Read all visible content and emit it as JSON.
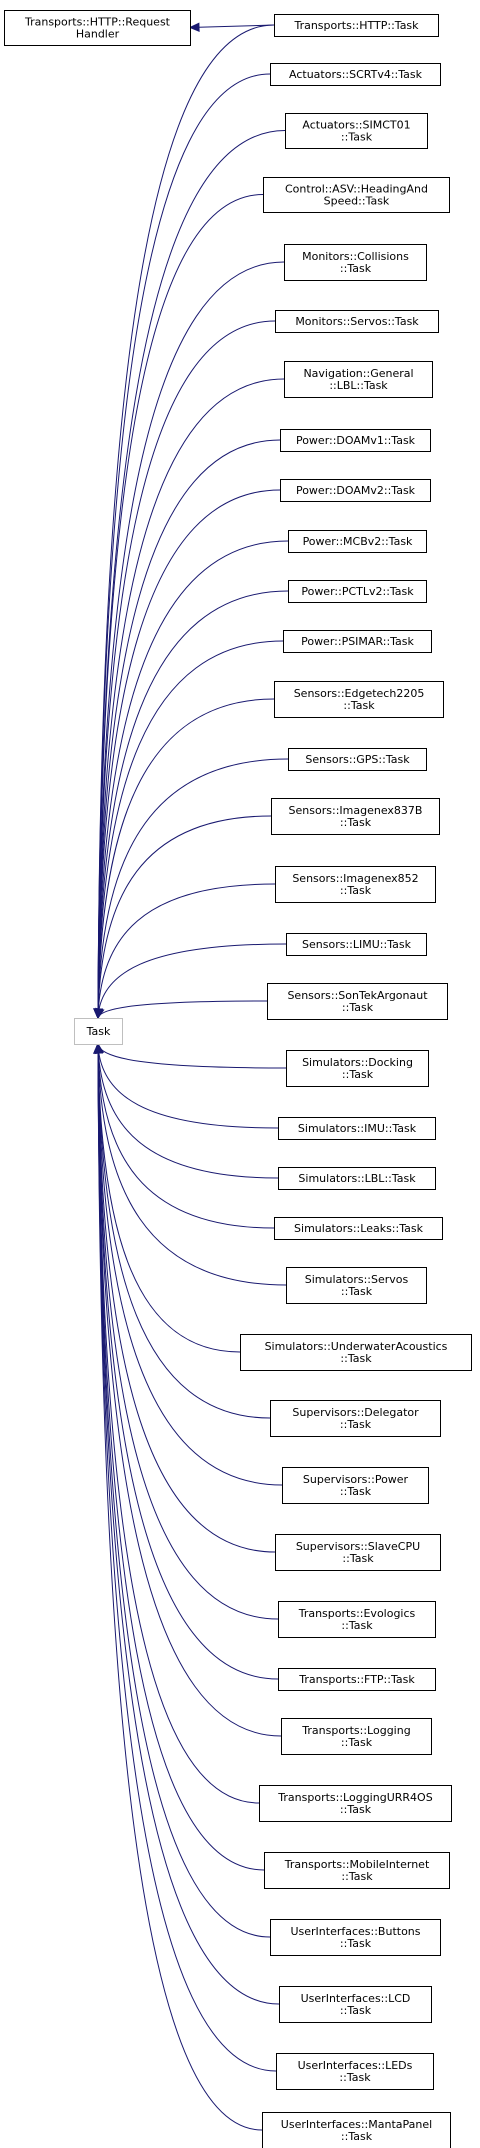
{
  "diagram": {
    "type": "inheritance-graph",
    "edge_color": "#191970",
    "root": {
      "id": "task",
      "lines": [
        "Task"
      ]
    },
    "nodes": [
      {
        "id": "transports-http-request-handler",
        "lines": [
          "Transports::HTTP::Request",
          "Handler"
        ]
      },
      {
        "id": "transports-http-task",
        "lines": [
          "Transports::HTTP::Task"
        ]
      },
      {
        "id": "actuators-scrtv4-task",
        "lines": [
          "Actuators::SCRTv4::Task"
        ]
      },
      {
        "id": "actuators-simct01-task",
        "lines": [
          "Actuators::SIMCT01",
          "::Task"
        ]
      },
      {
        "id": "control-asv-headingandspeed-task",
        "lines": [
          "Control::ASV::HeadingAnd",
          "Speed::Task"
        ]
      },
      {
        "id": "monitors-collisions-task",
        "lines": [
          "Monitors::Collisions",
          "::Task"
        ]
      },
      {
        "id": "monitors-servos-task",
        "lines": [
          "Monitors::Servos::Task"
        ]
      },
      {
        "id": "navigation-general-lbl-task",
        "lines": [
          "Navigation::General",
          "::LBL::Task"
        ]
      },
      {
        "id": "power-doamv1-task",
        "lines": [
          "Power::DOAMv1::Task"
        ]
      },
      {
        "id": "power-doamv2-task",
        "lines": [
          "Power::DOAMv2::Task"
        ]
      },
      {
        "id": "power-mcbv2-task",
        "lines": [
          "Power::MCBv2::Task"
        ]
      },
      {
        "id": "power-pctlv2-task",
        "lines": [
          "Power::PCTLv2::Task"
        ]
      },
      {
        "id": "power-psimar-task",
        "lines": [
          "Power::PSIMAR::Task"
        ]
      },
      {
        "id": "sensors-edgetech2205-task",
        "lines": [
          "Sensors::Edgetech2205",
          "::Task"
        ]
      },
      {
        "id": "sensors-gps-task",
        "lines": [
          "Sensors::GPS::Task"
        ]
      },
      {
        "id": "sensors-imagenex837b-task",
        "lines": [
          "Sensors::Imagenex837B",
          "::Task"
        ]
      },
      {
        "id": "sensors-imagenex852-task",
        "lines": [
          "Sensors::Imagenex852",
          "::Task"
        ]
      },
      {
        "id": "sensors-limu-task",
        "lines": [
          "Sensors::LIMU::Task"
        ]
      },
      {
        "id": "sensors-sontekargonaut-task",
        "lines": [
          "Sensors::SonTekArgonaut",
          "::Task"
        ]
      },
      {
        "id": "simulators-docking-task",
        "lines": [
          "Simulators::Docking",
          "::Task"
        ]
      },
      {
        "id": "simulators-imu-task",
        "lines": [
          "Simulators::IMU::Task"
        ]
      },
      {
        "id": "simulators-lbl-task",
        "lines": [
          "Simulators::LBL::Task"
        ]
      },
      {
        "id": "simulators-leaks-task",
        "lines": [
          "Simulators::Leaks::Task"
        ]
      },
      {
        "id": "simulators-servos-task",
        "lines": [
          "Simulators::Servos",
          "::Task"
        ]
      },
      {
        "id": "simulators-underwateracoustics-task",
        "lines": [
          "Simulators::UnderwaterAcoustics",
          "::Task"
        ]
      },
      {
        "id": "supervisors-delegator-task",
        "lines": [
          "Supervisors::Delegator",
          "::Task"
        ]
      },
      {
        "id": "supervisors-power-task",
        "lines": [
          "Supervisors::Power",
          "::Task"
        ]
      },
      {
        "id": "supervisors-slavecpu-task",
        "lines": [
          "Supervisors::SlaveCPU",
          "::Task"
        ]
      },
      {
        "id": "transports-evologics-task",
        "lines": [
          "Transports::Evologics",
          "::Task"
        ]
      },
      {
        "id": "transports-ftp-task",
        "lines": [
          "Transports::FTP::Task"
        ]
      },
      {
        "id": "transports-logging-task",
        "lines": [
          "Transports::Logging",
          "::Task"
        ]
      },
      {
        "id": "transports-loggingurr4os-task",
        "lines": [
          "Transports::LoggingURR4OS",
          "::Task"
        ]
      },
      {
        "id": "transports-mobileinternet-task",
        "lines": [
          "Transports::MobileInternet",
          "::Task"
        ]
      },
      {
        "id": "userinterfaces-buttons-task",
        "lines": [
          "UserInterfaces::Buttons",
          "::Task"
        ]
      },
      {
        "id": "userinterfaces-lcd-task",
        "lines": [
          "UserInterfaces::LCD",
          "::Task"
        ]
      },
      {
        "id": "userinterfaces-leds-task",
        "lines": [
          "UserInterfaces::LEDs",
          "::Task"
        ]
      },
      {
        "id": "userinterfaces-mantapanel-task",
        "lines": [
          "UserInterfaces::MantaPanel",
          "::Task"
        ]
      }
    ],
    "edges": [
      {
        "from": "transports-http-task",
        "to": "transports-http-request-handler"
      },
      {
        "from": "transports-http-task",
        "to": "task"
      },
      {
        "from": "actuators-scrtv4-task",
        "to": "task"
      },
      {
        "from": "actuators-simct01-task",
        "to": "task"
      },
      {
        "from": "control-asv-headingandspeed-task",
        "to": "task"
      },
      {
        "from": "monitors-collisions-task",
        "to": "task"
      },
      {
        "from": "monitors-servos-task",
        "to": "task"
      },
      {
        "from": "navigation-general-lbl-task",
        "to": "task"
      },
      {
        "from": "power-doamv1-task",
        "to": "task"
      },
      {
        "from": "power-doamv2-task",
        "to": "task"
      },
      {
        "from": "power-mcbv2-task",
        "to": "task"
      },
      {
        "from": "power-pctlv2-task",
        "to": "task"
      },
      {
        "from": "power-psimar-task",
        "to": "task"
      },
      {
        "from": "sensors-edgetech2205-task",
        "to": "task"
      },
      {
        "from": "sensors-gps-task",
        "to": "task"
      },
      {
        "from": "sensors-imagenex837b-task",
        "to": "task"
      },
      {
        "from": "sensors-imagenex852-task",
        "to": "task"
      },
      {
        "from": "sensors-limu-task",
        "to": "task"
      },
      {
        "from": "sensors-sontekargonaut-task",
        "to": "task"
      },
      {
        "from": "simulators-docking-task",
        "to": "task"
      },
      {
        "from": "simulators-imu-task",
        "to": "task"
      },
      {
        "from": "simulators-lbl-task",
        "to": "task"
      },
      {
        "from": "simulators-leaks-task",
        "to": "task"
      },
      {
        "from": "simulators-servos-task",
        "to": "task"
      },
      {
        "from": "simulators-underwateracoustics-task",
        "to": "task"
      },
      {
        "from": "supervisors-delegator-task",
        "to": "task"
      },
      {
        "from": "supervisors-power-task",
        "to": "task"
      },
      {
        "from": "supervisors-slavecpu-task",
        "to": "task"
      },
      {
        "from": "transports-evologics-task",
        "to": "task"
      },
      {
        "from": "transports-ftp-task",
        "to": "task"
      },
      {
        "from": "transports-logging-task",
        "to": "task"
      },
      {
        "from": "transports-loggingurr4os-task",
        "to": "task"
      },
      {
        "from": "transports-mobileinternet-task",
        "to": "task"
      },
      {
        "from": "userinterfaces-buttons-task",
        "to": "task"
      },
      {
        "from": "userinterfaces-lcd-task",
        "to": "task"
      },
      {
        "from": "userinterfaces-leds-task",
        "to": "task"
      },
      {
        "from": "userinterfaces-mantapanel-task",
        "to": "task"
      }
    ]
  }
}
